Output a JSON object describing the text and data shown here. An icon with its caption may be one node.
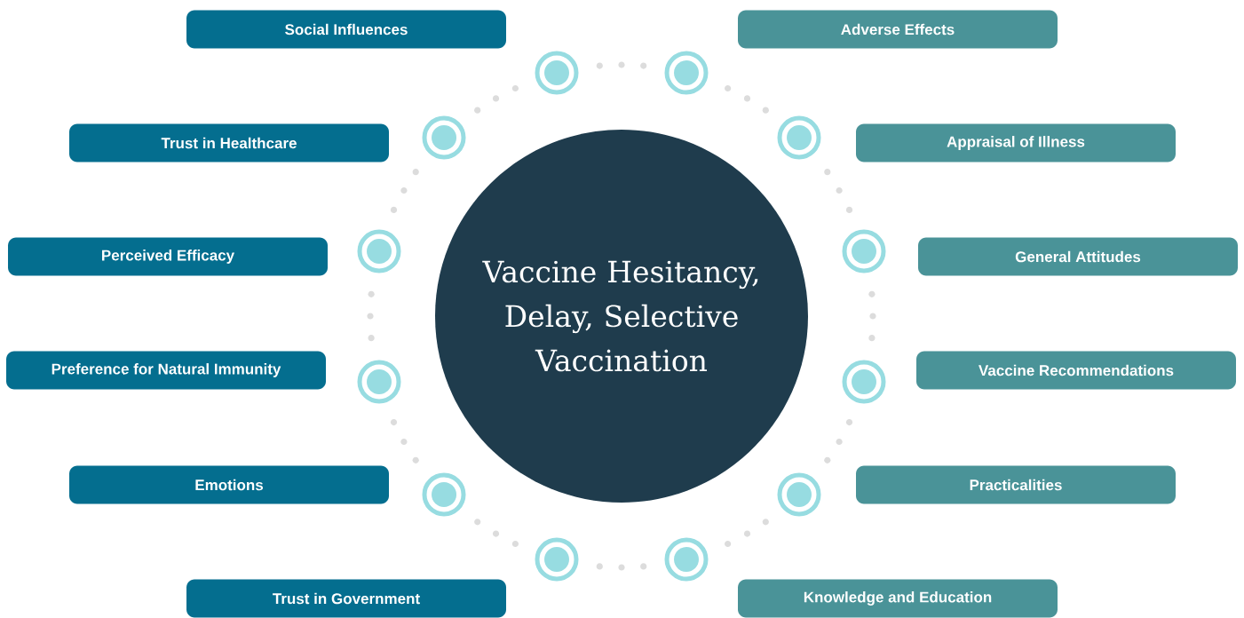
{
  "diagram": {
    "nodes": [
      {
        "text": [
          "Social Influences"
        ]
      },
      {
        "text": [
          "Adverse Effects"
        ]
      },
      {
        "text": [
          "Trust in Healthcare"
        ]
      },
      {
        "text": [
          "Appraisal of Illness"
        ]
      },
      {
        "text": [
          "Perceived Efficacy"
        ]
      },
      {
        "text": [
          "General Attitudes"
        ]
      },
      {
        "text": [
          "Preference for Natural Immunity"
        ]
      },
      {
        "text": [
          "Vaccine Recommendations"
        ]
      },
      {
        "text": [
          "Emotions"
        ]
      },
      {
        "text": [
          "Practicalities"
        ]
      },
      {
        "text": [
          "Trust in Government"
        ]
      },
      {
        "text": [
          "Knowledge and Education"
        ]
      },
      {
        "text": [
          "Vaccine Hesitancy, Delay, Selective Vaccination"
        ]
      }
    ]
  }
}
